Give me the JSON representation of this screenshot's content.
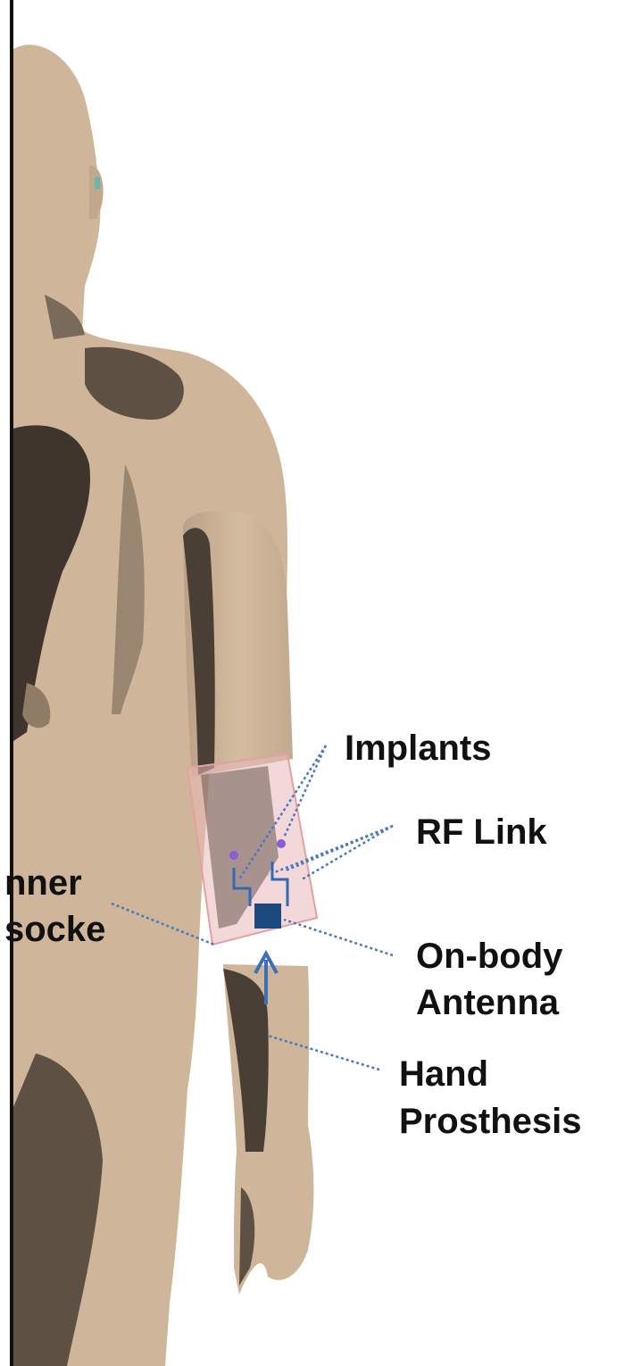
{
  "figure": {
    "labels": {
      "implants": "Implants",
      "rf_link": "RF Link",
      "inner_socket_line1": "nner",
      "inner_socket_line2": "socke",
      "on_body_antenna_line1": "On-body",
      "on_body_antenna_line2": "Antenna",
      "hand_prosthesis_line1": "Hand",
      "hand_prosthesis_line2": "Prosthesis"
    },
    "colors": {
      "skin": "#cfb599",
      "shadow": "#5e5043",
      "socket_fill": "#e8b8b8",
      "implant_dot": "#8a5cd6",
      "antenna": "#1d4a7e",
      "leader_line": "#4a78c0",
      "left_border": "#111111"
    }
  }
}
